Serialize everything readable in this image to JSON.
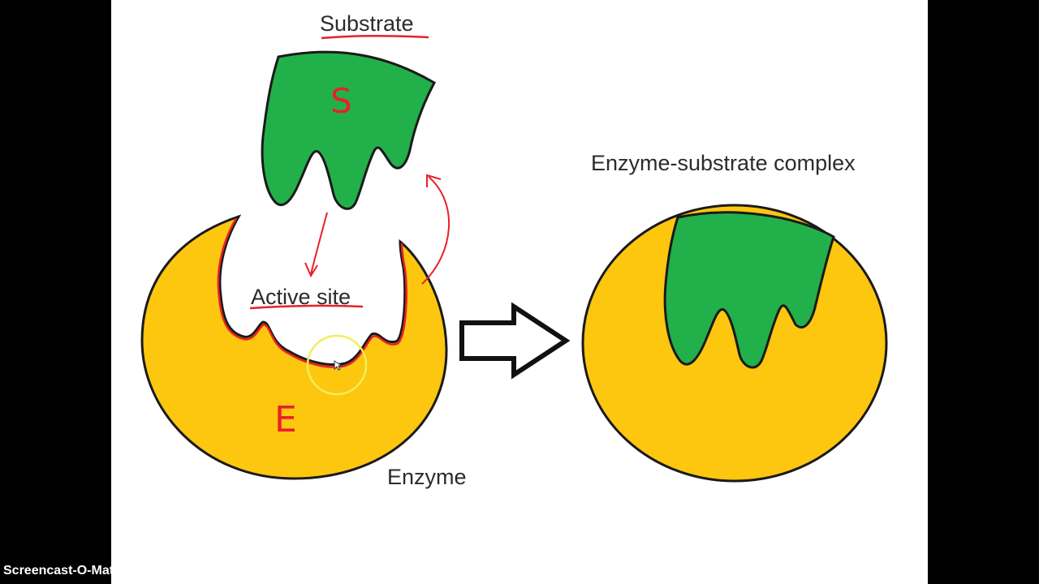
{
  "labels": {
    "substrate": "Substrate",
    "active_site": "Active site",
    "enzyme": "Enzyme",
    "complex": "Enzyme-substrate complex"
  },
  "annotations": {
    "substrate_letter": "S",
    "enzyme_letter": "E"
  },
  "watermark": "Screencast-O-Matic.com",
  "colors": {
    "enzyme_fill": "#fdc60f",
    "substrate_fill": "#22b04a",
    "outline": "#1a1a1a",
    "annotation": "#e8202a",
    "cursor_highlight": "#f2ee5a",
    "background": "#ffffff",
    "letterbox": "#000000"
  },
  "icons": [
    "right-arrow-icon",
    "cursor-highlight-icon"
  ]
}
